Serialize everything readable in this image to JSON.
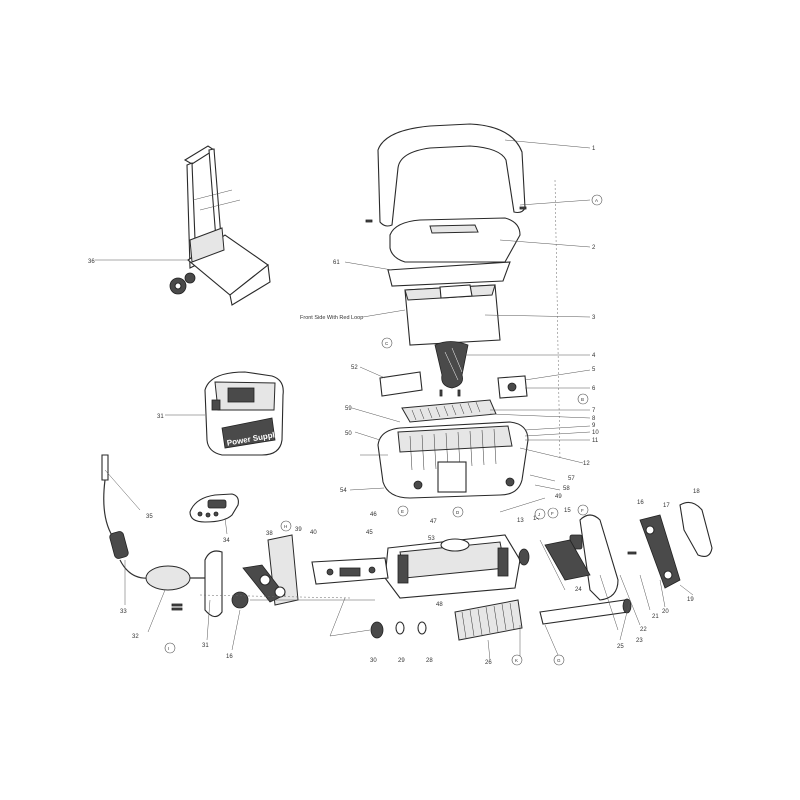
{
  "labels": {
    "p1": "1",
    "p2": "2",
    "p3": "3",
    "p4": "4",
    "p5": "5",
    "p6": "6",
    "p7": "7",
    "p8": "8",
    "p9": "9",
    "p10": "10",
    "p11": "11",
    "p12": "12",
    "p13": "13",
    "p14": "14",
    "p15": "15",
    "p16a": "16",
    "p16b": "16",
    "p17": "17",
    "p18": "18",
    "p19": "19",
    "p20": "20",
    "p21": "21",
    "p22": "22",
    "p23": "23",
    "p24": "24",
    "p25": "25",
    "p26": "26",
    "p28": "28",
    "p29": "29",
    "p30": "30",
    "p31a": "31",
    "p31b": "31",
    "p32": "32",
    "p33": "33",
    "p34": "34",
    "p35": "35",
    "p36": "36",
    "p38": "38",
    "p39": "39",
    "p40": "40",
    "p45": "45",
    "p46": "46",
    "p47": "47",
    "p48": "48",
    "p49": "49",
    "p50": "50",
    "p52": "52",
    "p53": "53",
    "p54": "54",
    "p57": "57",
    "p58": "58",
    "p59": "59",
    "p61": "61"
  },
  "callouts": {
    "a": "A",
    "b": "B",
    "c": "C",
    "d": "D",
    "e": "E",
    "f1": "F",
    "f2": "F",
    "g": "G",
    "h": "H",
    "i": "I",
    "j": "J",
    "k": "K"
  },
  "notes": {
    "front_side": "Front Side With Red Loop",
    "power_supply": "Power Supply"
  }
}
